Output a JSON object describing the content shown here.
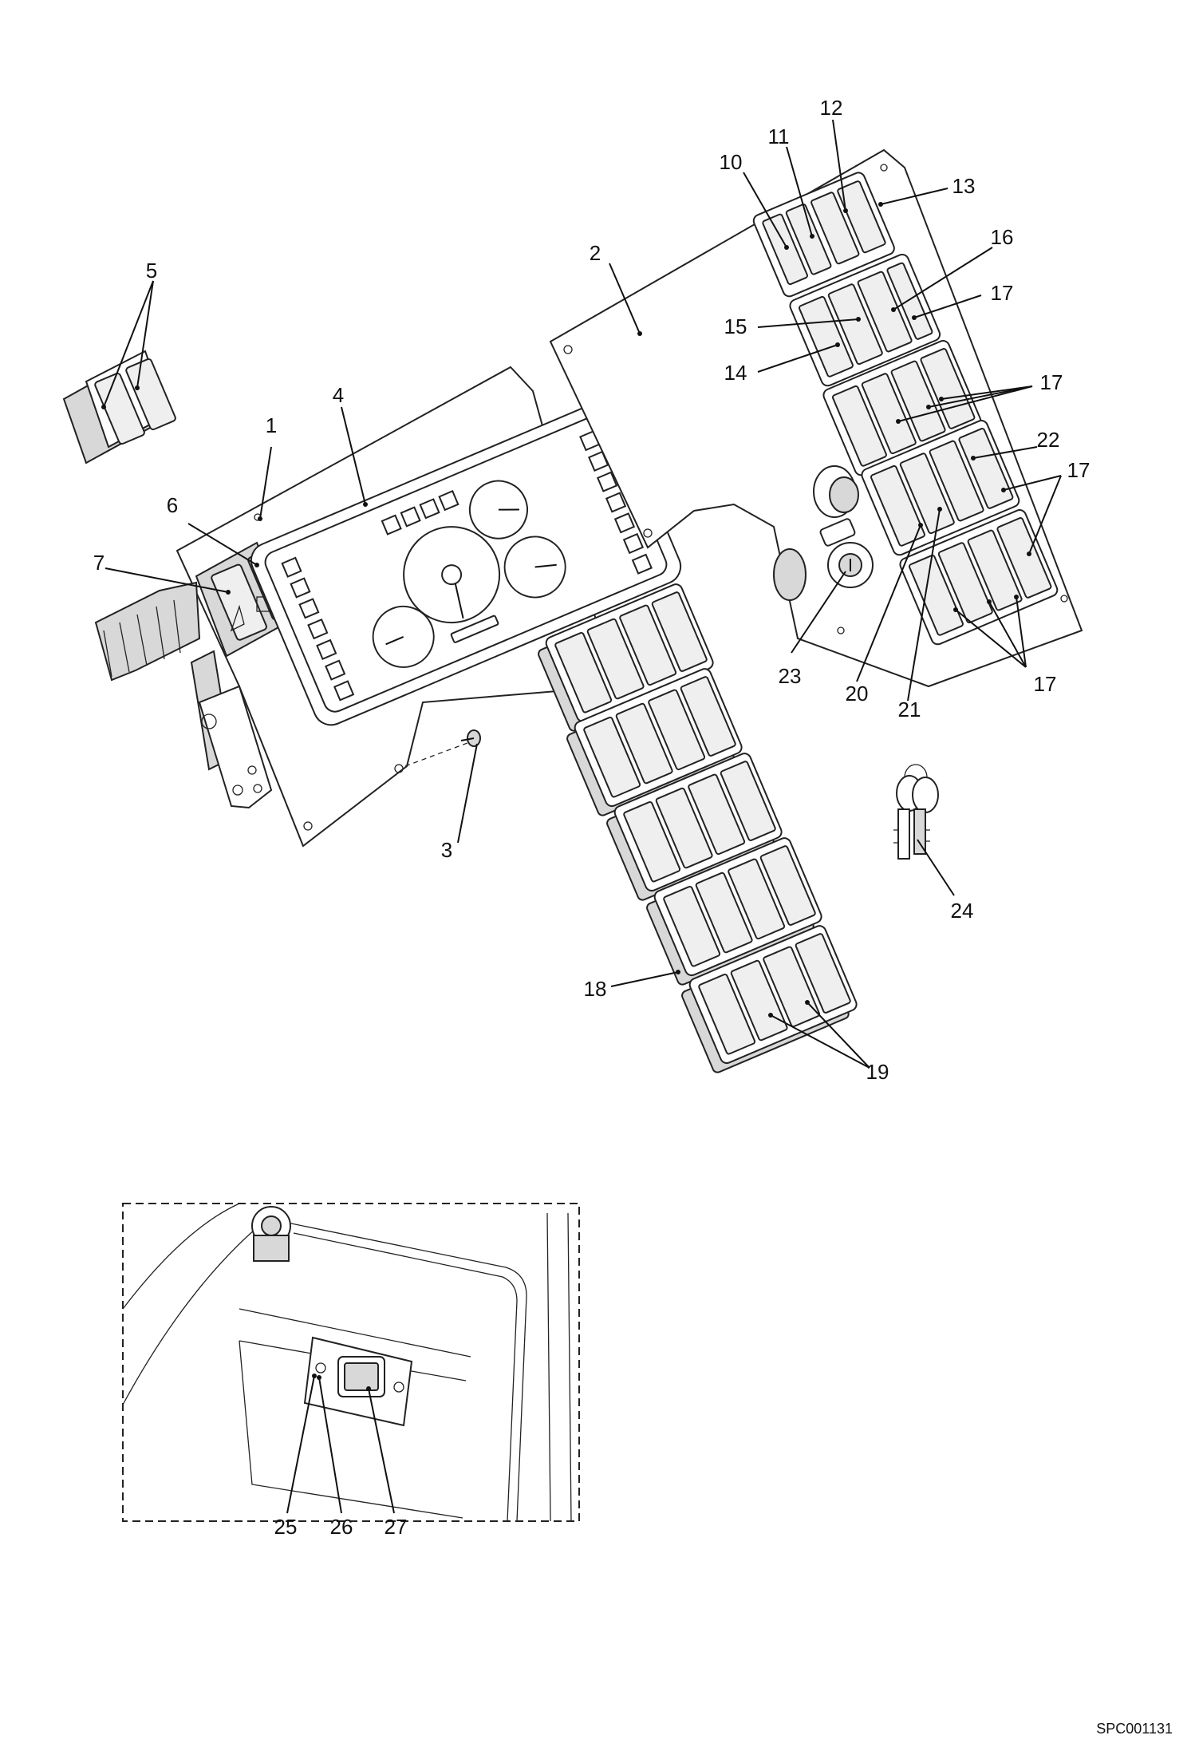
{
  "callouts": [
    "1",
    "2",
    "3",
    "4",
    "5",
    "6",
    "7",
    "10",
    "11",
    "12",
    "13",
    "14",
    "15",
    "16",
    "17",
    "17",
    "17",
    "17",
    "17",
    "18",
    "19",
    "20",
    "21",
    "22",
    "23",
    "24",
    "25",
    "26",
    "27"
  ],
  "reference_code": "SPC001131"
}
